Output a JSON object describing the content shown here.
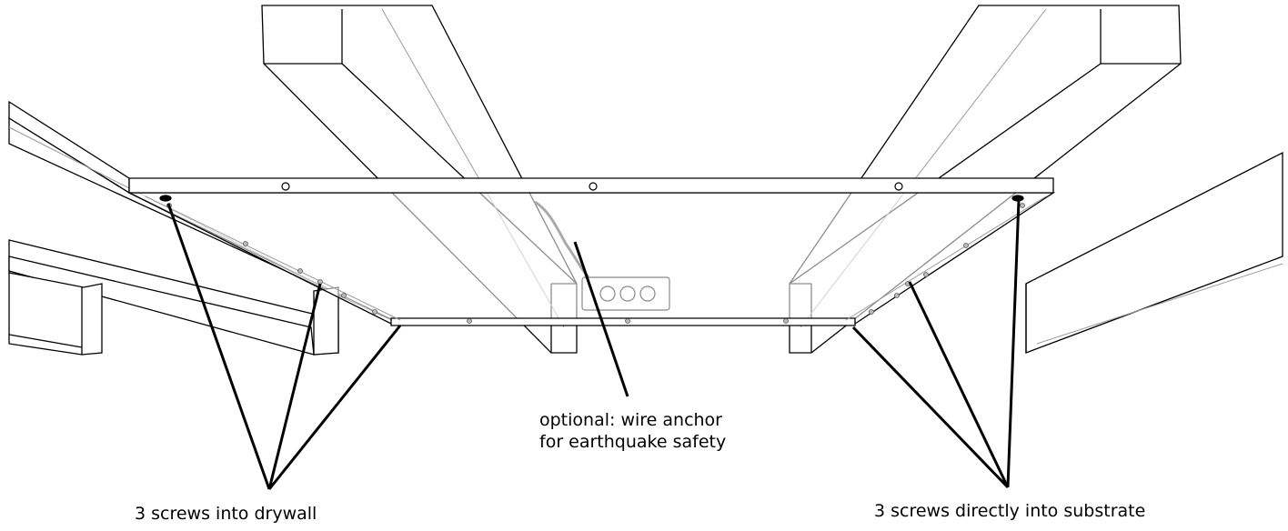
{
  "labels": {
    "wire_anchor_line1": "optional: wire anchor",
    "wire_anchor_line2": "for earthquake safety",
    "drywall": "3 screws into drywall",
    "substrate": "3 screws directly into substrate"
  },
  "colors": {
    "outline": "#000000",
    "light_outline": "#9a9a9a",
    "leader": "#000000",
    "background": "#ffffff"
  }
}
